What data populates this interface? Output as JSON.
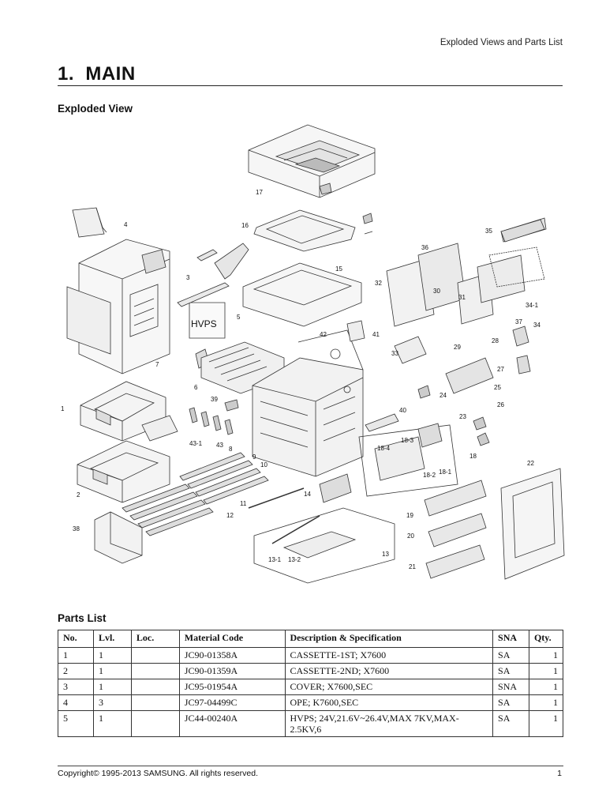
{
  "header": {
    "running_title": "Exploded Views and Parts List"
  },
  "section": {
    "number": "1.",
    "title": "MAIN"
  },
  "exploded_view": {
    "heading": "Exploded View",
    "callouts": [
      "1",
      "2",
      "3",
      "4",
      "5",
      "6",
      "7",
      "8",
      "9",
      "10",
      "11",
      "12",
      "13",
      "13-1",
      "13-2",
      "14",
      "15",
      "16",
      "17",
      "18",
      "18-1",
      "18-2",
      "18-3",
      "18-4",
      "19",
      "20",
      "21",
      "22",
      "23",
      "24",
      "25",
      "26",
      "27",
      "28",
      "29",
      "30",
      "31",
      "32",
      "33",
      "34",
      "34-1",
      "35",
      "36",
      "37",
      "38",
      "39",
      "40",
      "41",
      "42",
      "43",
      "43-1"
    ],
    "hvps_label": "HVPS"
  },
  "parts_list": {
    "heading": "Parts List",
    "columns": [
      "No.",
      "Lvl.",
      "Loc.",
      "Material Code",
      "Description & Specification",
      "SNA",
      "Qty."
    ],
    "rows": [
      {
        "no": "1",
        "lvl": "1",
        "loc": "",
        "code": "JC90-01358A",
        "desc": "CASSETTE-1ST; X7600",
        "sna": "SA",
        "qty": "1"
      },
      {
        "no": "2",
        "lvl": "1",
        "loc": "",
        "code": "JC90-01359A",
        "desc": "CASSETTE-2ND; X7600",
        "sna": "SA",
        "qty": "1"
      },
      {
        "no": "3",
        "lvl": "1",
        "loc": "",
        "code": "JC95-01954A",
        "desc": "COVER; X7600,SEC",
        "sna": "SNA",
        "qty": "1"
      },
      {
        "no": "4",
        "lvl": "3",
        "loc": "",
        "code": "JC97-04499C",
        "desc": "OPE; K7600,SEC",
        "sna": "SA",
        "qty": "1"
      },
      {
        "no": "5",
        "lvl": "1",
        "loc": "",
        "code": "JC44-00240A",
        "desc": "HVPS; 24V,21.6V~26.4V,MAX 7KV,MAX-2.5KV,6",
        "sna": "SA",
        "qty": "1"
      }
    ]
  },
  "footer": {
    "copyright": "Copyright© 1995-2013 SAMSUNG. All rights reserved.",
    "page_number": "1"
  }
}
